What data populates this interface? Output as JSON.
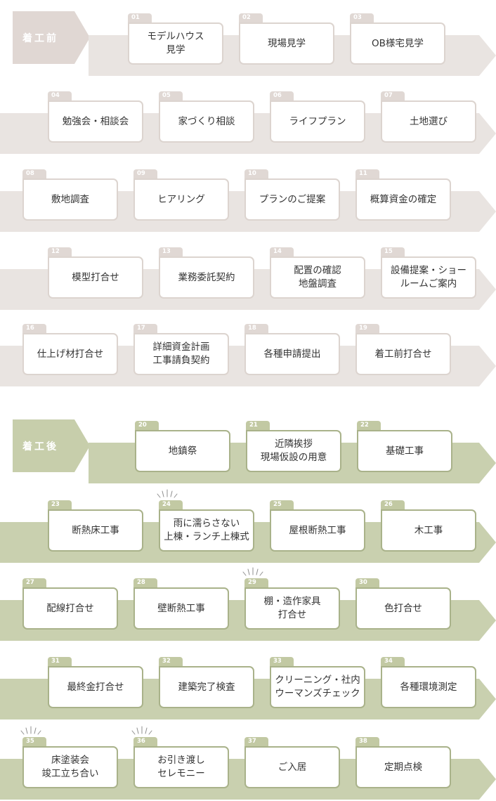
{
  "phases": [
    {
      "key": "pre",
      "label": "着工前",
      "rows": [
        [
          {
            "no": "01",
            "text": "モデルハウス\n見学"
          },
          {
            "no": "02",
            "text": "現場見学"
          },
          {
            "no": "03",
            "text": "OB様宅見学"
          }
        ],
        [
          {
            "no": "04",
            "text": "勉強会・相談会"
          },
          {
            "no": "05",
            "text": "家づくり相談"
          },
          {
            "no": "06",
            "text": "ライフプラン"
          },
          {
            "no": "07",
            "text": "土地選び"
          }
        ],
        [
          {
            "no": "08",
            "text": "敷地調査"
          },
          {
            "no": "09",
            "text": "ヒアリング"
          },
          {
            "no": "10",
            "text": "プランのご提案"
          },
          {
            "no": "11",
            "text": "概算資金の確定"
          }
        ],
        [
          {
            "no": "12",
            "text": "模型打合せ"
          },
          {
            "no": "13",
            "text": "業務委託契約"
          },
          {
            "no": "14",
            "text": "配置の確認\n地盤調査"
          },
          {
            "no": "15",
            "text": "設備提案・ショー\nルームご案内"
          }
        ],
        [
          {
            "no": "16",
            "text": "仕上げ材打合せ"
          },
          {
            "no": "17",
            "text": "詳細資金計画\n工事請負契約"
          },
          {
            "no": "18",
            "text": "各種申請提出"
          },
          {
            "no": "19",
            "text": "着工前打合せ"
          }
        ]
      ]
    },
    {
      "key": "post",
      "label": "着工後",
      "rows": [
        [
          {
            "no": "20",
            "text": "地鎮祭"
          },
          {
            "no": "21",
            "text": "近隣挨拶\n現場仮設の用意"
          },
          {
            "no": "22",
            "text": "基礎工事"
          }
        ],
        [
          {
            "no": "23",
            "text": "断熱床工事"
          },
          {
            "no": "24",
            "text": "雨に濡らさない\n上棟・ランチ上棟式",
            "highlight": true
          },
          {
            "no": "25",
            "text": "屋根断熱工事"
          },
          {
            "no": "26",
            "text": "木工事"
          }
        ],
        [
          {
            "no": "27",
            "text": "配線打合せ"
          },
          {
            "no": "28",
            "text": "壁断熱工事"
          },
          {
            "no": "29",
            "text": "棚・造作家具\n打合せ",
            "highlight": true
          },
          {
            "no": "30",
            "text": "色打合せ"
          }
        ],
        [
          {
            "no": "31",
            "text": "最終金打合せ"
          },
          {
            "no": "32",
            "text": "建築完了検査"
          },
          {
            "no": "33",
            "text": "クリーニング・社内\nウーマンズチェック"
          },
          {
            "no": "34",
            "text": "各種環境測定"
          }
        ],
        [
          {
            "no": "35",
            "text": "床塗装会\n竣工立ち合い",
            "highlight": true
          },
          {
            "no": "36",
            "text": "お引き渡し\nセレモニー",
            "highlight": true
          },
          {
            "no": "37",
            "text": "ご入居"
          },
          {
            "no": "38",
            "text": "定期点検"
          }
        ]
      ]
    }
  ],
  "colors": {
    "pre_band": "#e9e4e1",
    "post_band": "#c9d0af",
    "pre_border": "#dcd4cf",
    "post_border": "#a9b28a",
    "text": "#333333"
  },
  "icons": {
    "highlight": "sparkle-icon"
  }
}
